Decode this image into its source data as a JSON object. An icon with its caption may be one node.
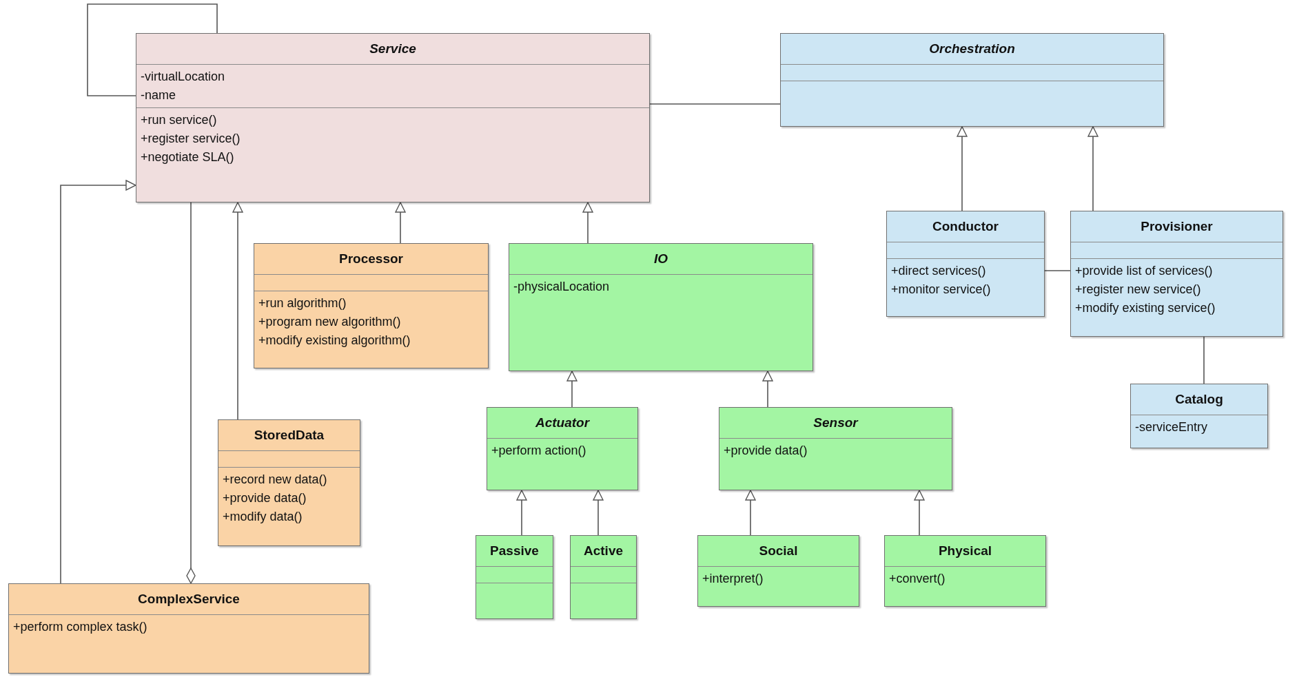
{
  "diagram": {
    "nodes": [
      {
        "text": [
          "Service",
          "-virtualLocation",
          "-name",
          "+run service()",
          "+register service()",
          "+negotiate SLA()"
        ]
      },
      {
        "text": [
          "Orchestration"
        ]
      },
      {
        "text": [
          "Conductor",
          "+direct services()",
          "+monitor service()"
        ]
      },
      {
        "text": [
          "Provisioner",
          "+provide list of services()",
          "+register new service()",
          "+modify existing service()"
        ]
      },
      {
        "text": [
          "Catalog",
          "-serviceEntry"
        ]
      },
      {
        "text": [
          "Processor",
          "+run algorithm()",
          "+program new algorithm()",
          "+modify existing algorithm()"
        ]
      },
      {
        "text": [
          "IO",
          "-physicalLocation"
        ]
      },
      {
        "text": [
          "StoredData",
          "+record new data()",
          "+provide data()",
          "+modify data()"
        ]
      },
      {
        "text": [
          "Actuator",
          "+perform action()"
        ]
      },
      {
        "text": [
          "Sensor",
          "+provide data()"
        ]
      },
      {
        "text": [
          "Passive"
        ]
      },
      {
        "text": [
          "Active"
        ]
      },
      {
        "text": [
          "Social",
          "+interpret()"
        ]
      },
      {
        "text": [
          "Physical",
          "+convert()"
        ]
      },
      {
        "text": [
          "ComplexService",
          "+perform complex task()"
        ]
      }
    ],
    "edges": [
      {
        "from": 0,
        "to": 0,
        "arrow": "none"
      },
      {
        "from": 0,
        "to": 1,
        "arrow": "none"
      },
      {
        "from": 2,
        "to": 1,
        "arrow": "to"
      },
      {
        "from": 3,
        "to": 1,
        "arrow": "to"
      },
      {
        "from": 2,
        "to": 3,
        "arrow": "none"
      },
      {
        "from": 3,
        "to": 4,
        "arrow": "none"
      },
      {
        "from": 5,
        "to": 0,
        "arrow": "to"
      },
      {
        "from": 6,
        "to": 0,
        "arrow": "to"
      },
      {
        "from": 7,
        "to": 0,
        "arrow": "to"
      },
      {
        "from": 14,
        "to": 0,
        "arrow": "to"
      },
      {
        "from": 0,
        "to": 14,
        "arrow": "other"
      },
      {
        "from": 8,
        "to": 6,
        "arrow": "to"
      },
      {
        "from": 9,
        "to": 6,
        "arrow": "to"
      },
      {
        "from": 10,
        "to": 8,
        "arrow": "to"
      },
      {
        "from": 11,
        "to": 8,
        "arrow": "to"
      },
      {
        "from": 12,
        "to": 9,
        "arrow": "to"
      },
      {
        "from": 13,
        "to": 9,
        "arrow": "to"
      }
    ]
  }
}
